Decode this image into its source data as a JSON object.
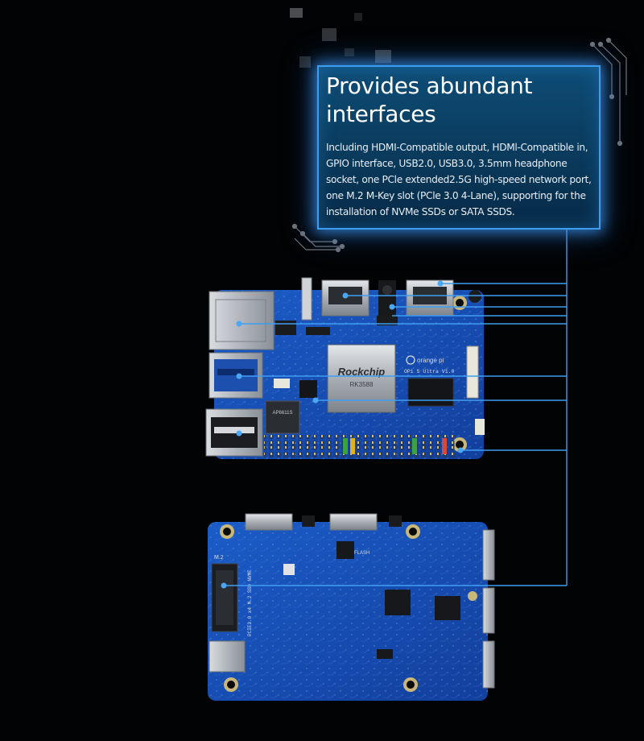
{
  "callout": {
    "title": "Provides abundant interfaces",
    "body": "Including HDMI-Compatible output, HDMl-Compatible in, GPIO interface, USB2.0, USB3.0, 3.5mm headphone socket, one PCle extended2.5G high-speed network port, one M.2 M-Key slot (PCle 3.0 4-Lane), supporting for the installation of NVMe SSDs or SATA SSDS."
  },
  "board_top": {
    "silkscreen_board_name": "OPi 5 Ultra V1.0",
    "soc_brand": "Rockchip",
    "soc_model": "RK3588",
    "brand_logo": "orange pi",
    "wifi_chip": "AP6611S"
  },
  "board_bottom": {
    "silkscreen_m2": "M.2",
    "silkscreen_ssd": "PCIE3.0 x4 M.2 SSD NVME",
    "silkscreen_flash": "FLASH"
  },
  "colors": {
    "background": "#020304",
    "accent_line": "#3f9df0",
    "callout_fill": "#0a3a5c",
    "pcb_blue": "#1550b8"
  }
}
